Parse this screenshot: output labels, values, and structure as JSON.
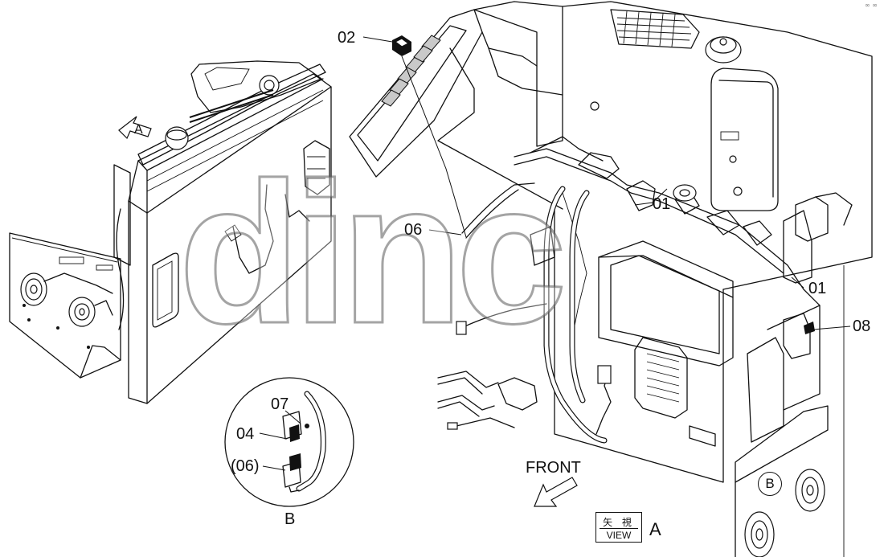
{
  "watermark": {
    "text": "dinc"
  },
  "labels": {
    "part_02": "02",
    "part_01_top": "01",
    "part_01_mid": "01",
    "part_06": "06",
    "part_08": "08",
    "part_07": "07",
    "part_04": "04",
    "part_06_ref": "(06)",
    "detail_b": "B",
    "view_a_arrow": "A",
    "b_marker": "B",
    "front": "FRONT"
  },
  "view_box": {
    "jp": "矢 視",
    "en": "VIEW",
    "letter": "A"
  },
  "corner_mark": "∞ ∞"
}
